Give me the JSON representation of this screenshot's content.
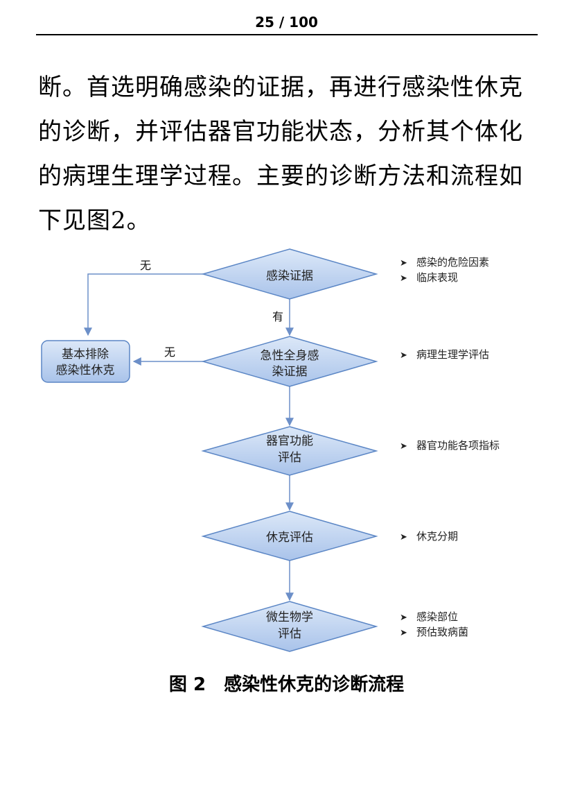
{
  "header": {
    "page_number": "25 / 100"
  },
  "body": {
    "paragraph": "断。首选明确感染的证据，再进行感染性休克的诊断，并评估器官功能状态，分析其个体化的病理生理学过程。主要的诊断方法和流程如下见图2。"
  },
  "flowchart": {
    "nodes": {
      "infection_evidence": "感染证据",
      "acute_line1": "急性全身感",
      "acute_line2": "染证据",
      "organ_line1": "器官功能",
      "organ_line2": "评估",
      "shock": "休克评估",
      "micro_line1": "微生物学",
      "micro_line2": "评估",
      "exclude_line1": "基本排除",
      "exclude_line2": "感染性休克"
    },
    "edge_labels": {
      "no_1": "无",
      "no_2": "无",
      "yes": "有"
    },
    "notes": {
      "n1": "感染的危险因素",
      "n2": "临床表现",
      "n3": "病理生理学评估",
      "n4": "器官功能各项指标",
      "n5": "休克分期",
      "n6": "感染部位",
      "n7": "预估致病菌"
    },
    "bullet_glyph": "➤",
    "colors": {
      "shape_fill_top": "#dce8f8",
      "shape_fill_bottom": "#a9c3ea",
      "shape_stroke": "#5b86c5",
      "arrow": "#6c8fc8"
    }
  },
  "caption": {
    "number": "图 2",
    "title": "感染性休克的诊断流程"
  }
}
